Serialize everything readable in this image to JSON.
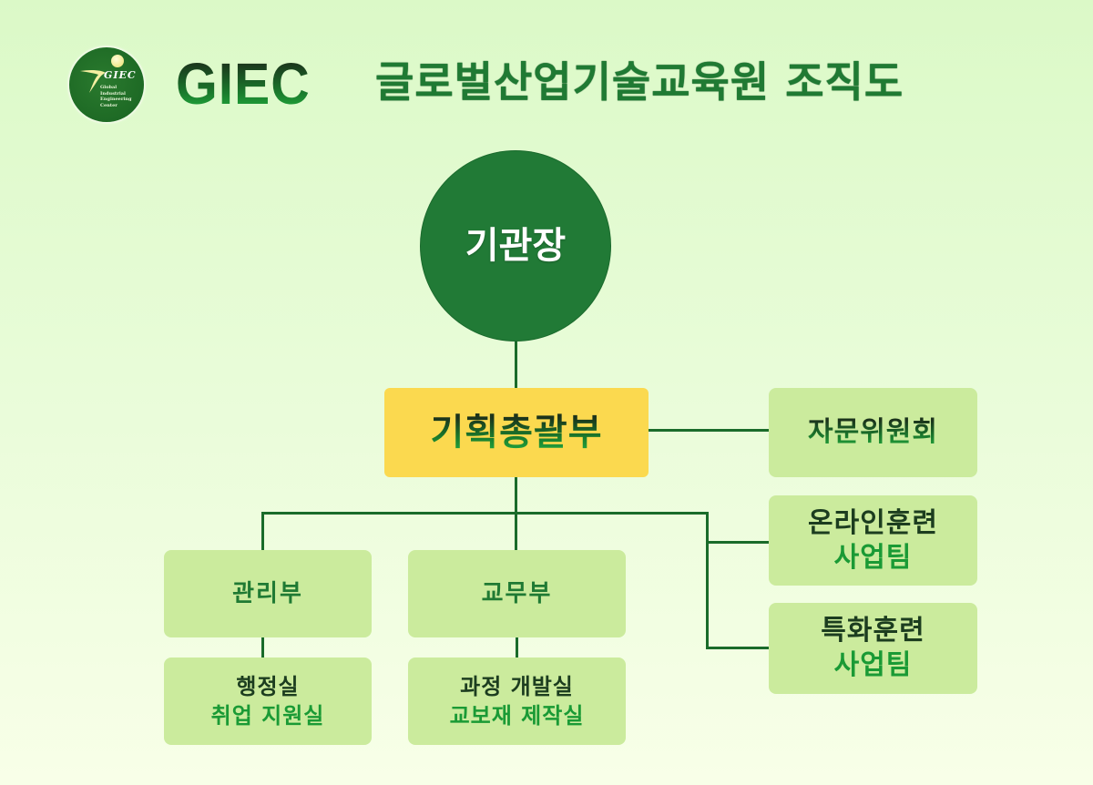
{
  "header": {
    "logo": {
      "mark": "GIEC",
      "subtitle_lines": [
        "Global",
        "Industrial",
        "Engineering",
        "Center"
      ]
    },
    "brand": "GIEC",
    "title": "글로벌산업기술교육원 조직도"
  },
  "chart": {
    "head": {
      "label": "기관장"
    },
    "planning": {
      "label": "기획총괄부"
    },
    "side_units": [
      {
        "lines": [
          "자문위원회"
        ]
      },
      {
        "lines": [
          "온라인훈련",
          "사업팀"
        ]
      },
      {
        "lines": [
          "특화훈련",
          "사업팀"
        ]
      }
    ],
    "departments": [
      {
        "label": "관리부",
        "sub": [
          "행정실",
          "취업 지원실"
        ]
      },
      {
        "label": "교무부",
        "sub": [
          "과정 개발실",
          "교보재 제작실"
        ]
      }
    ]
  },
  "colors": {
    "background_top": "#dbf9c7",
    "background_bottom": "#f8ffe8",
    "head_circle": "#217a36",
    "planning_box": "#fbd94f",
    "unit_box": "#cbeb9d",
    "connector": "#1a6b2a",
    "text_dark": "#1c3d1f",
    "text_bright": "#1a9a35"
  }
}
